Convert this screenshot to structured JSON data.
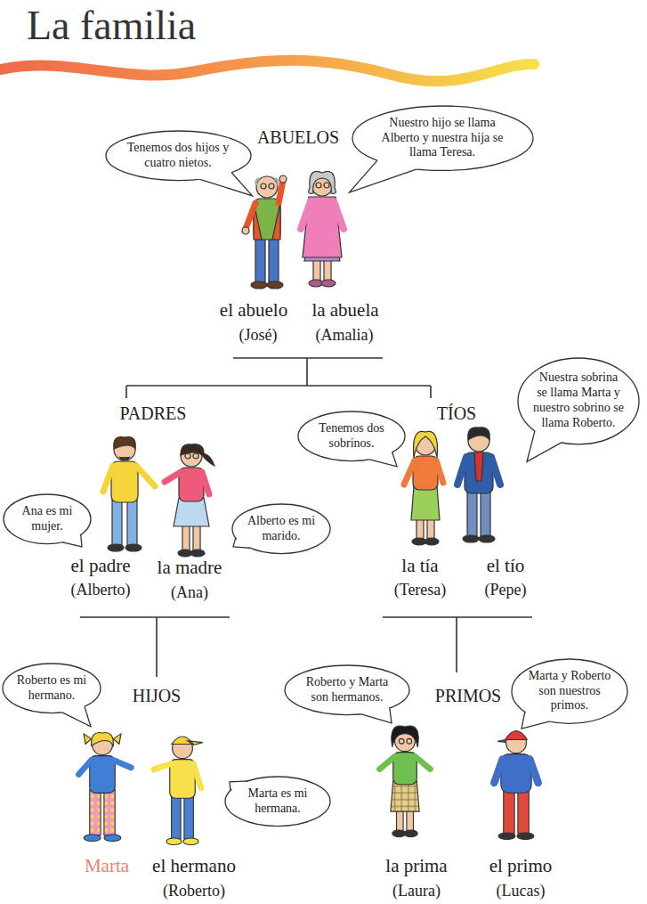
{
  "diagram": {
    "title": "La familia",
    "nodes": [
      {
        "text": [
          "Tenemos dos hijos y cuatro nietos."
        ]
      },
      {
        "text": [
          "Nuestro hijo se llama Alberto y nuestra hija se llama Teresa."
        ]
      },
      {
        "text": [
          "Tenemos dos sobrinos."
        ]
      },
      {
        "text": [
          "Nuestra sobrina se llama Marta y nuestro sobrino se llama Roberto."
        ]
      },
      {
        "text": [
          "Ana es mi mujer."
        ]
      },
      {
        "text": [
          "Alberto es mi marido."
        ]
      },
      {
        "text": [
          "Roberto es mi hermano."
        ]
      },
      {
        "text": [
          "Marta es mi hermana."
        ]
      },
      {
        "text": [
          "Roberto y Marta son hermanos."
        ]
      },
      {
        "text": [
          "Marta y Roberto son nuestros primos."
        ]
      }
    ],
    "labels": [
      "ABUELOS",
      "el abuelo",
      "(José)",
      "la abuela",
      "(Amalia)",
      "PADRES",
      "el padre",
      "(Alberto)",
      "la madre",
      "(Ana)",
      "TÍOS",
      "la tía",
      "(Teresa)",
      "el tío",
      "(Pepe)",
      "HIJOS",
      "Marta",
      "el hermano",
      "(Roberto)",
      "PRIMOS",
      "la prima",
      "(Laura)",
      "el primo",
      "(Lucas)"
    ]
  }
}
